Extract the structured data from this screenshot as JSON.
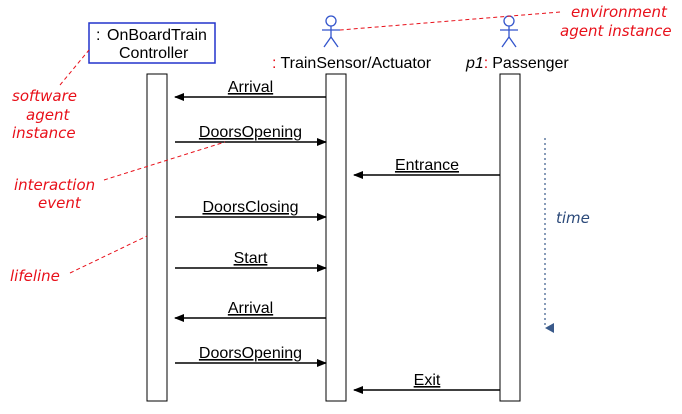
{
  "lifelines": {
    "controller": {
      "prefix": ":",
      "name_line1": "OnBoardTrain",
      "name_line2": "Controller"
    },
    "sensor": {
      "prefix": ":",
      "name": "TrainSensor/Actuator"
    },
    "passenger": {
      "instance": "p1",
      "prefix": ":",
      "name": "Passenger"
    }
  },
  "messages": [
    {
      "label": "Arrival",
      "from": "sensor",
      "to": "controller"
    },
    {
      "label": "DoorsOpening",
      "from": "controller",
      "to": "sensor"
    },
    {
      "label": "Entrance",
      "from": "passenger",
      "to": "sensor"
    },
    {
      "label": "DoorsClosing",
      "from": "controller",
      "to": "sensor"
    },
    {
      "label": "Start",
      "from": "controller",
      "to": "sensor"
    },
    {
      "label": "Arrival",
      "from": "sensor",
      "to": "controller"
    },
    {
      "label": "DoorsOpening",
      "from": "controller",
      "to": "sensor"
    },
    {
      "label": "Exit",
      "from": "passenger",
      "to": "sensor"
    }
  ],
  "annotations": {
    "software_agent": [
      "software",
      "agent",
      "instance"
    ],
    "environment_agent": [
      "environment",
      "agent instance"
    ],
    "interaction_event": [
      "interaction",
      "event"
    ],
    "lifeline": "lifeline",
    "time": "time"
  },
  "colors": {
    "note": "#e8101a",
    "box_border": "#2233cc",
    "actor": "#3355cc",
    "time_arrow": "#3a5a8a"
  }
}
